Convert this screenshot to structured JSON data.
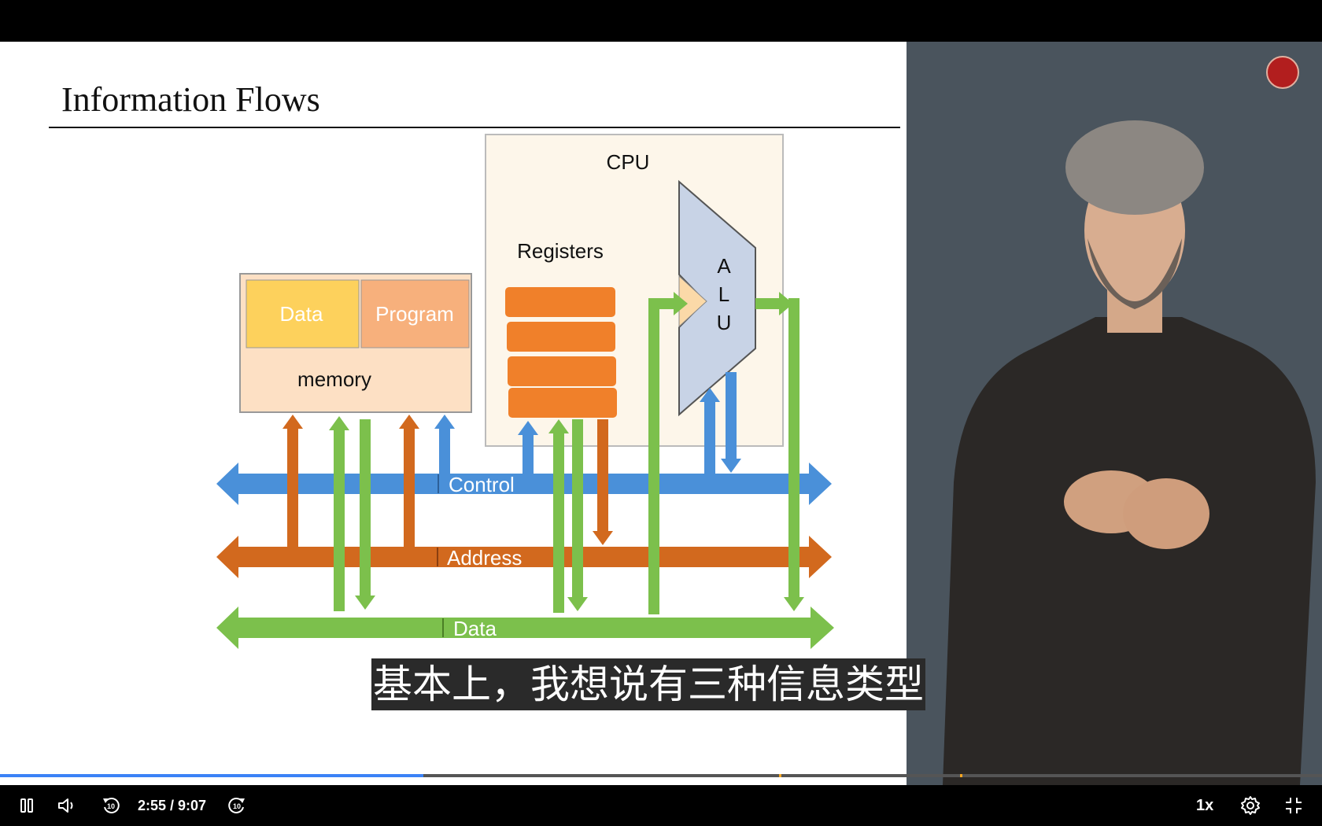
{
  "slide": {
    "title": "Information Flows",
    "cpu_label": "CPU",
    "registers_label": "Registers",
    "alu_letters": [
      "A",
      "L",
      "U"
    ],
    "memory_label": "memory",
    "memory_data_label": "Data",
    "memory_program_label": "Program",
    "bus_control": "Control",
    "bus_address": "Address",
    "bus_data": "Data"
  },
  "caption": "基本上，我想说有三种信息类型",
  "player": {
    "current_time": "2:55",
    "duration": "9:07",
    "time_display": "2:55 / 9:07",
    "progress_fraction": 0.32,
    "speed_label": "1x",
    "icons": [
      "pause-icon",
      "volume-icon",
      "rewind-10-icon",
      "forward-10-icon",
      "settings-icon",
      "exit-fullscreen-icon"
    ]
  },
  "colors": {
    "control_bus": "#4a90d9",
    "address_bus": "#d2691e",
    "data_bus": "#7cc04c",
    "registers": "#f0802a",
    "alu_fill": "#c8d3e6",
    "cpu_fill": "#fdf6ea",
    "memory_fill": "#fde0c4",
    "progress": "#3b82f6",
    "presenter_bg": "#4a545d"
  }
}
